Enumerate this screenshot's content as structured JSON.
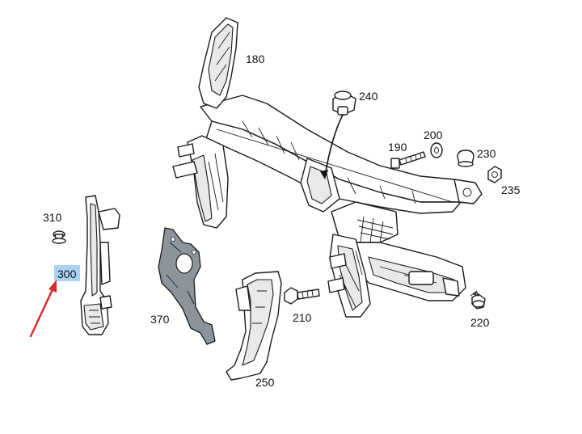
{
  "colors": {
    "background": "#ffffff",
    "line": "#1a1a1a",
    "highlight": "#a9d3f5",
    "arrow": "#e0262b",
    "plate": "#8d949b"
  },
  "callouts": {
    "p180": "180",
    "p240": "240",
    "p190": "190",
    "p200": "200",
    "p230": "230",
    "p235": "235",
    "p310": "310",
    "p300": "300",
    "p370": "370",
    "p210": "210",
    "p220": "220",
    "p250": "250"
  }
}
